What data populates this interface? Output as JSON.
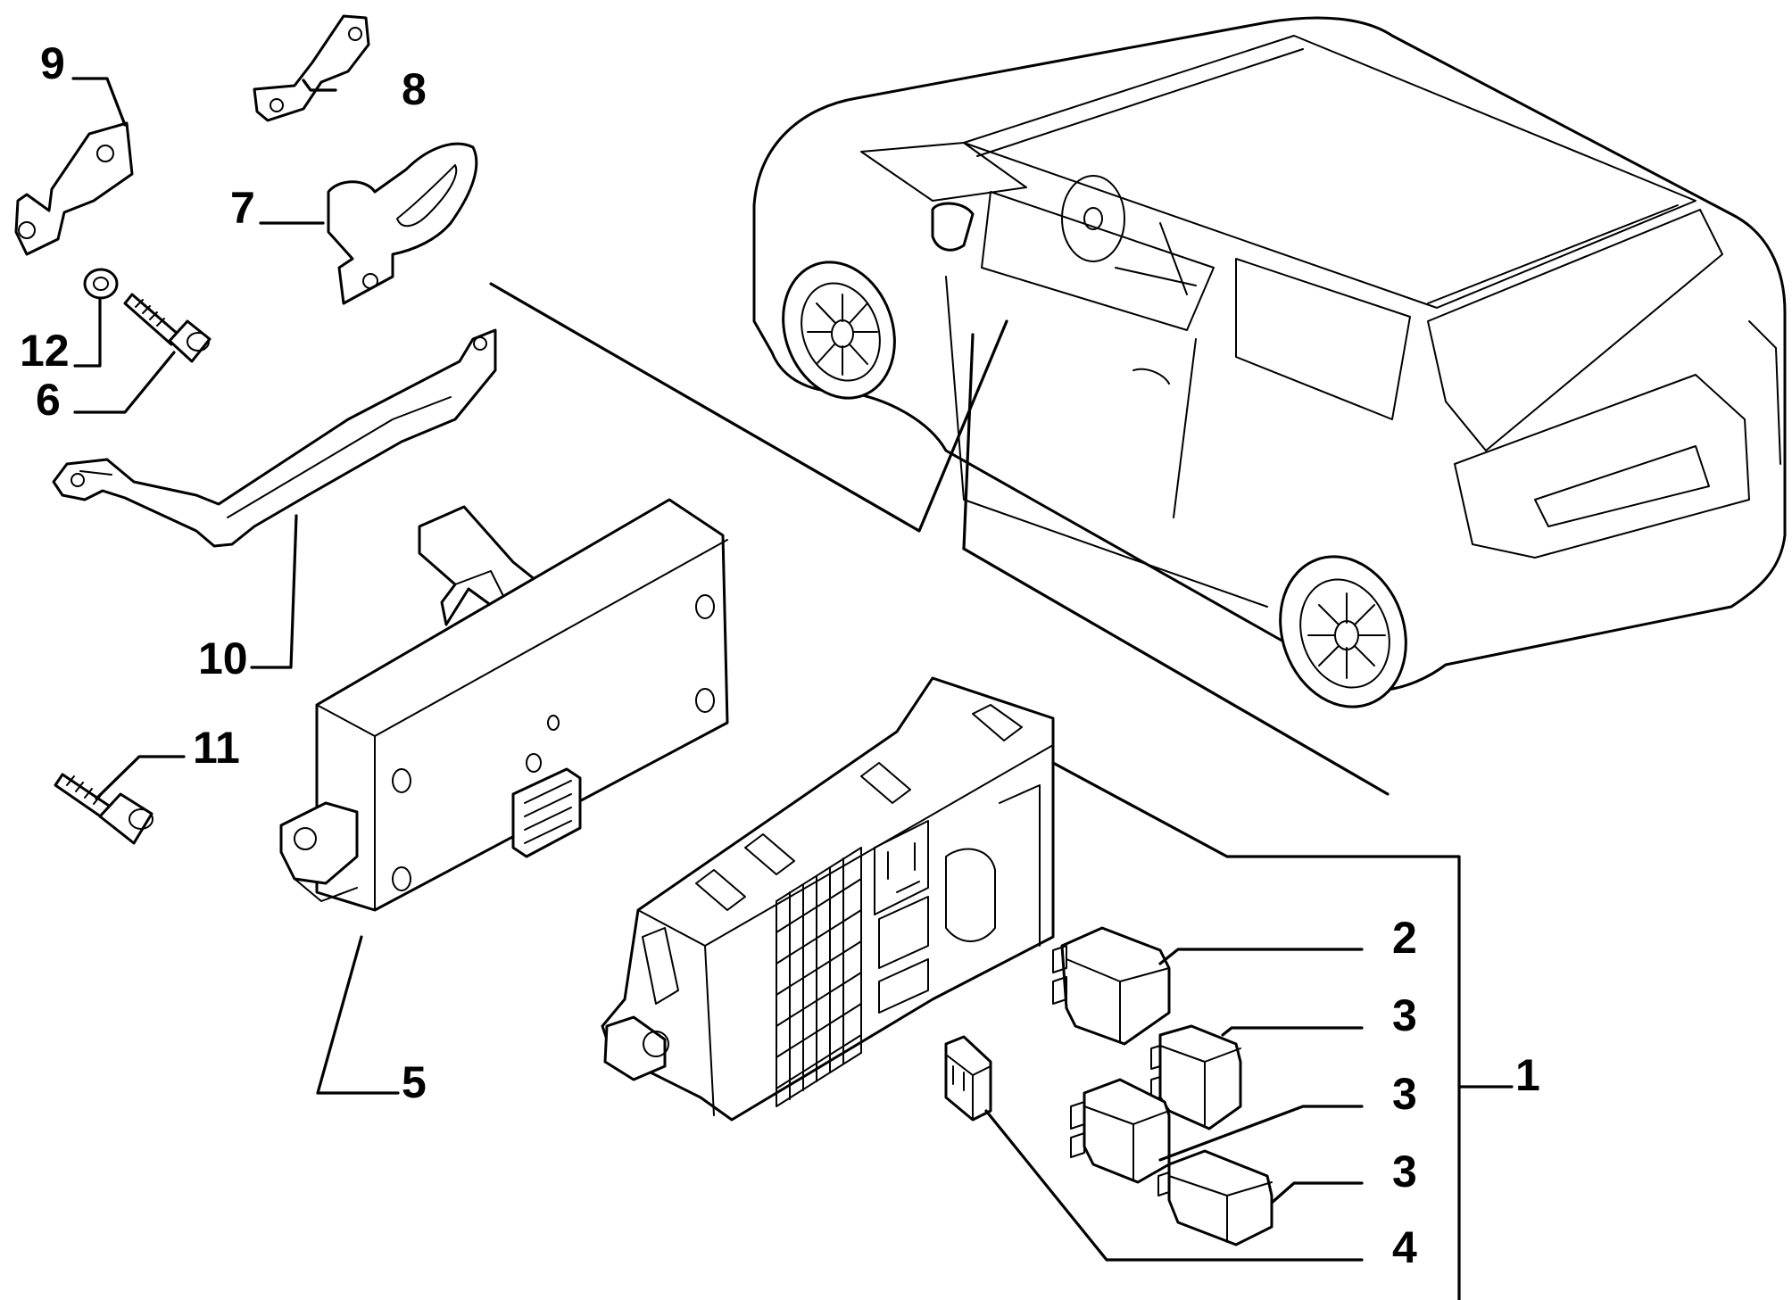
{
  "callouts": {
    "c1": "1",
    "c2": "2",
    "c3a": "3",
    "c3b": "3",
    "c3c": "3",
    "c4": "4",
    "c5": "5",
    "c6": "6",
    "c7": "7",
    "c8": "8",
    "c9": "9",
    "c10": "10",
    "c11": "11",
    "c12": "12"
  },
  "colors": {
    "line": "#000000",
    "background": "#ffffff"
  }
}
